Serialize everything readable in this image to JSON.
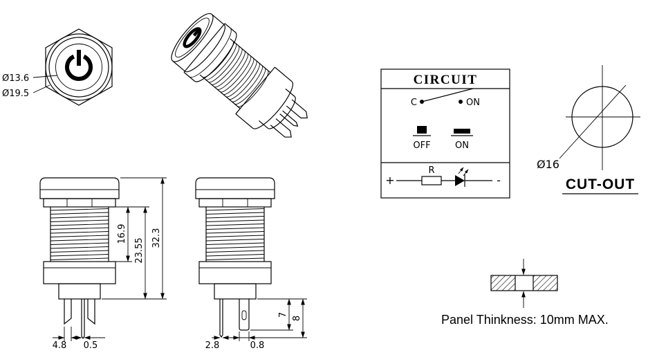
{
  "front_view": {
    "dim_inner": "Ø13.6",
    "dim_outer": "Ø19.5"
  },
  "circuit": {
    "title": "CIRCUIT",
    "switch_common": "C",
    "switch_on": "ON",
    "button_off": "OFF",
    "button_on": "ON",
    "plus": "+",
    "resistor": "R",
    "minus": "-"
  },
  "cutout": {
    "diameter": "Ø16",
    "label": "CUT-OUT"
  },
  "side_view_front": {
    "thread_length": "16.9",
    "body_length": "23.55",
    "total_length": "32.3",
    "pin_width": "4.8",
    "pin_thickness": "0.5"
  },
  "side_view_side": {
    "pin_length_short": "7",
    "pin_length_long": "8",
    "pin_width": "2.8",
    "pin_thickness": "0.8"
  },
  "panel": {
    "note": "Panel Thinkness: 10mm MAX."
  }
}
